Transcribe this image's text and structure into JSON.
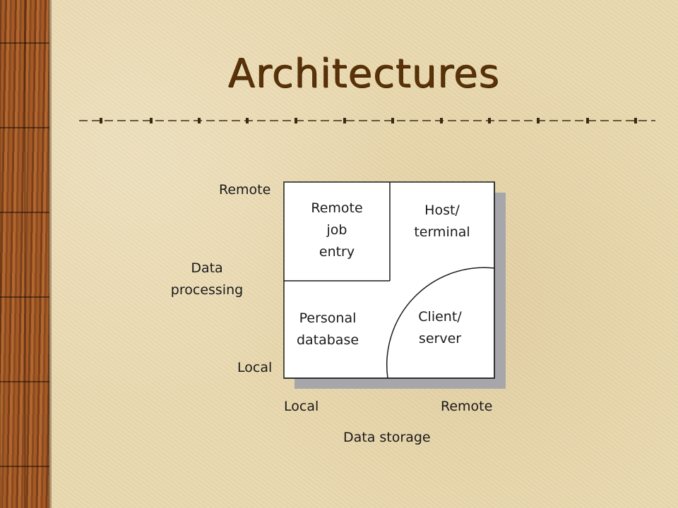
{
  "slide": {
    "title": "Architectures"
  },
  "diagram": {
    "y_axis": {
      "label_line1": "Data",
      "label_line2": "processing",
      "top": "Remote",
      "bottom": "Local"
    },
    "x_axis": {
      "label": "Data storage",
      "left": "Local",
      "right": "Remote"
    },
    "cells": {
      "top_left": [
        "Remote",
        "job",
        "entry"
      ],
      "top_right": [
        "Host/",
        "terminal"
      ],
      "bottom_left": [
        "Personal",
        "database"
      ],
      "bottom_right": [
        "Client/",
        "server"
      ]
    }
  },
  "colors": {
    "background": "#e9d9b0",
    "title": "#5a3208",
    "wood": "#93501f",
    "box_fill": "#ffffff",
    "box_shadow": "#a7a7ab"
  }
}
